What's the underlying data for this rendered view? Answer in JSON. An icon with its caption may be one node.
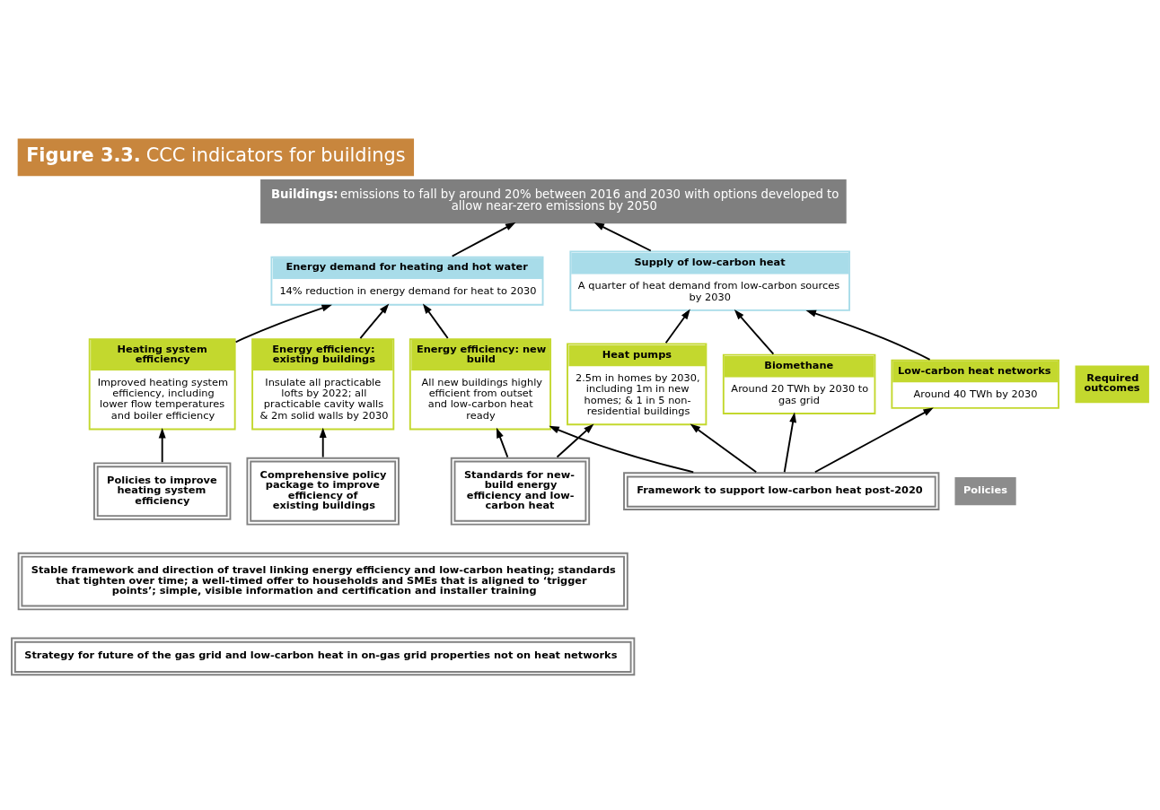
{
  "diagram": {
    "title": "**Figure 3.3.** CCC indicators for buildings",
    "nodes": [
      {
        "text": [
          "**Buildings:** emissions to fall by around 20% between 2016 and 2030 with options developed to allow near-zero emissions by 2050"
        ]
      },
      {
        "text": [
          "Energy demand for heating and hot water",
          "14% reduction in energy demand for heat to 2030"
        ]
      },
      {
        "text": [
          "Supply of low-carbon heat",
          "A quarter of heat demand from low-carbon sources by 2030"
        ]
      },
      {
        "text": [
          "Required outcomes"
        ]
      },
      {
        "text": [
          "Heating system efficiency",
          "Improved heating system efficiency, including lower flow temperatures and boiler efficiency"
        ]
      },
      {
        "text": [
          "Energy efficiency: existing buildings",
          "Insulate all practicable lofts by 2022; all practicable cavity walls & 2m solid walls by 2030"
        ]
      },
      {
        "text": [
          "Energy efficiency: new build",
          "All new buildings highly efficient from outset and low-carbon heat ready"
        ]
      },
      {
        "text": [
          "Heat pumps",
          "2.5m in homes by 2030, including 1m in new homes; & 1 in 5 non-residential buildings"
        ]
      },
      {
        "text": [
          "Biomethane",
          "Around 20 TWh by 2030 to gas grid"
        ]
      },
      {
        "text": [
          "Low-carbon heat networks",
          "Around 40 TWh by 2030"
        ]
      },
      {
        "text": [
          "Policies"
        ]
      },
      {
        "text": [
          "Policies to improve heating system efficiency"
        ]
      },
      {
        "text": [
          "Comprehensive policy package to improve efficiency of existing buildings"
        ]
      },
      {
        "text": [
          "Standards for new-build energy efficiency and low-carbon heat"
        ]
      },
      {
        "text": [
          "Framework to support low-carbon heat post-2020"
        ]
      },
      {
        "text": [
          "Stable framework and direction of travel linking energy efficiency and low-carbon heating; standards that tighten over time; a well-timed offer to households and SMEs that is aligned to ‘trigger points’; simple, visible information and certification and installer training"
        ]
      },
      {
        "text": [
          "Strategy for future of the gas grid and low-carbon heat in on-gas grid properties not on heat networks"
        ]
      }
    ],
    "edges": [
      {
        "from": 1,
        "to": 0,
        "arrow": "to"
      },
      {
        "from": 2,
        "to": 0,
        "arrow": "to"
      },
      {
        "from": 4,
        "to": 1,
        "arrow": "to"
      },
      {
        "from": 5,
        "to": 1,
        "arrow": "to"
      },
      {
        "from": 6,
        "to": 1,
        "arrow": "to"
      },
      {
        "from": 7,
        "to": 2,
        "arrow": "to"
      },
      {
        "from": 8,
        "to": 2,
        "arrow": "to"
      },
      {
        "from": 9,
        "to": 2,
        "arrow": "to"
      },
      {
        "from": 11,
        "to": 4,
        "arrow": "to"
      },
      {
        "from": 12,
        "to": 5,
        "arrow": "to"
      },
      {
        "from": 13,
        "to": 6,
        "arrow": "to"
      },
      {
        "from": 13,
        "to": 7,
        "arrow": "to"
      },
      {
        "from": 14,
        "to": 6,
        "arrow": "to"
      },
      {
        "from": 14,
        "to": 7,
        "arrow": "to"
      },
      {
        "from": 14,
        "to": 8,
        "arrow": "to"
      },
      {
        "from": 14,
        "to": 9,
        "arrow": "to"
      }
    ]
  }
}
